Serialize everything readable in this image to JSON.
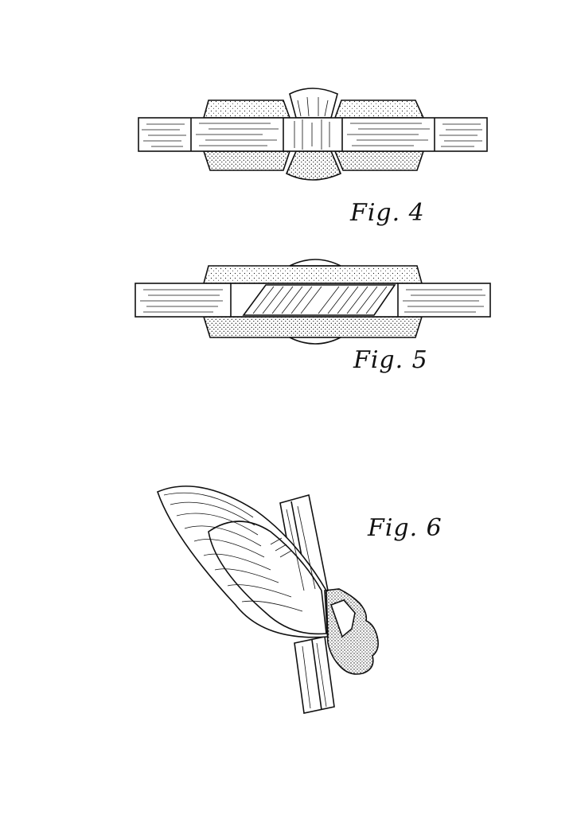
{
  "figures": [
    {
      "id": "fig4",
      "caption": "Fig. 4"
    },
    {
      "id": "fig5",
      "caption": "Fig. 5"
    },
    {
      "id": "fig6",
      "caption": "Fig. 6"
    }
  ],
  "colors": {
    "ink": "#111111",
    "paper": "#ffffff"
  }
}
